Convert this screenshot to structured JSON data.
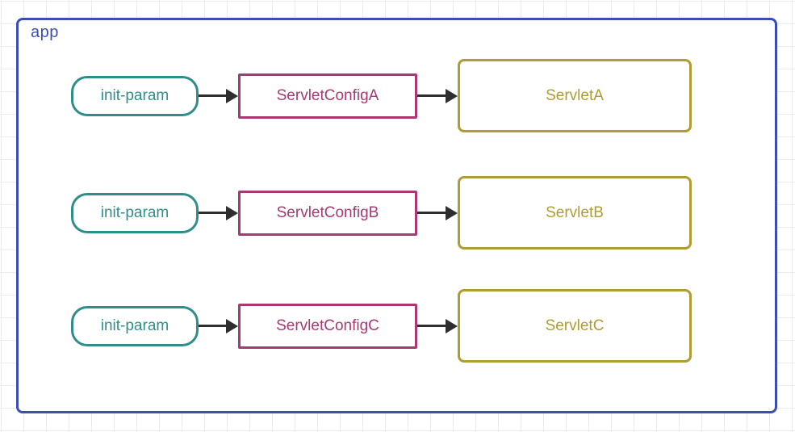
{
  "diagram": {
    "container_label": "app",
    "rows": [
      {
        "param": "init-param",
        "config": "ServletConfigA",
        "servlet": "ServletA"
      },
      {
        "param": "init-param",
        "config": "ServletConfigB",
        "servlet": "ServletB"
      },
      {
        "param": "init-param",
        "config": "ServletConfigC",
        "servlet": "ServletC"
      }
    ],
    "colors": {
      "container_border": "#3b4eb3",
      "param_accent": "#2f8e8a",
      "config_accent": "#a83a73",
      "servlet_accent": "#b09c33",
      "arrow": "#2e2e2e",
      "grid_line": "#ececec",
      "background": "#ffffff"
    }
  }
}
